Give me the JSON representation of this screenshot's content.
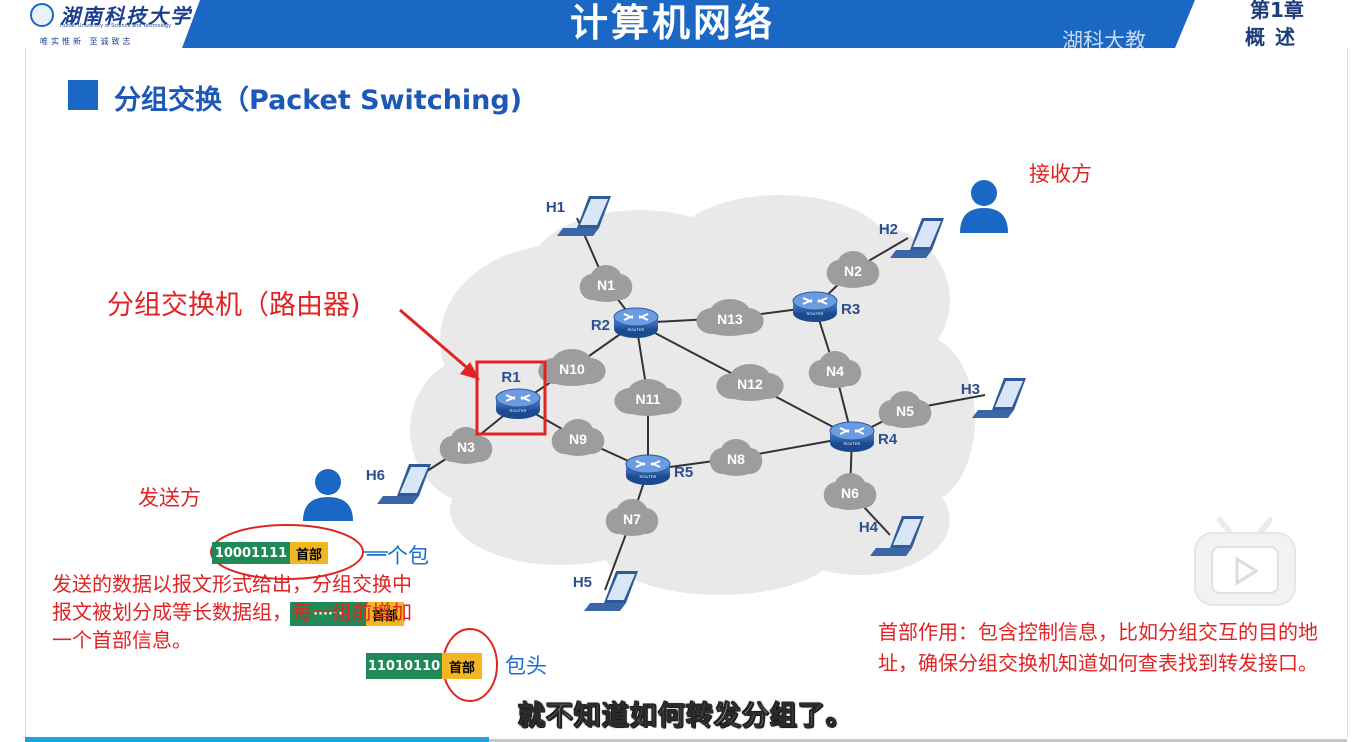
{
  "header": {
    "university_name": "湖南科技大学",
    "university_en": "Hunan University of Science and Technology",
    "motto": "唯实惟新 至诚致志",
    "course_title": "计算机网络",
    "watermark": "湖科大教",
    "chapter_line1": "第1章",
    "chapter_line2": "概述"
  },
  "section": {
    "title": "分组交换（Packet Switching)"
  },
  "labels": {
    "switch": "分组交换机（路由器)",
    "receiver": "接收方",
    "sender": "发送方",
    "one_packet": "一个包",
    "packet_header": "包头"
  },
  "network": {
    "routers": [
      "R1",
      "R2",
      "R3",
      "R4",
      "R5"
    ],
    "nodes": [
      "N1",
      "N2",
      "N3",
      "N4",
      "N5",
      "N6",
      "N7",
      "N8",
      "N9",
      "N10",
      "N11",
      "N12",
      "N13"
    ],
    "hosts": [
      "H1",
      "H2",
      "H3",
      "H4",
      "H5",
      "H6"
    ],
    "router_tag": "ROUTER"
  },
  "packets": [
    {
      "body": "10001111",
      "header": "首部"
    },
    {
      "body": "······",
      "header": "首部"
    },
    {
      "body": "11010110",
      "header": "首部"
    }
  ],
  "description_left": "发送的数据以报文形式给出，分组交换中报文被划分成等长数据组，每一组前增加一个首部信息。",
  "description_right": "首部作用：包含控制信息，比如分组交互的目的地址，确保分组交换机知道如何查表找到转发接口。",
  "subtitle": "就不知道如何转发分组了。",
  "colors": {
    "header_blue": "#1b67c4",
    "annotation_red": "#e02424",
    "annotation_blue": "#1a6fd0",
    "packet_body": "#1f8a55",
    "packet_header": "#f3b623"
  }
}
